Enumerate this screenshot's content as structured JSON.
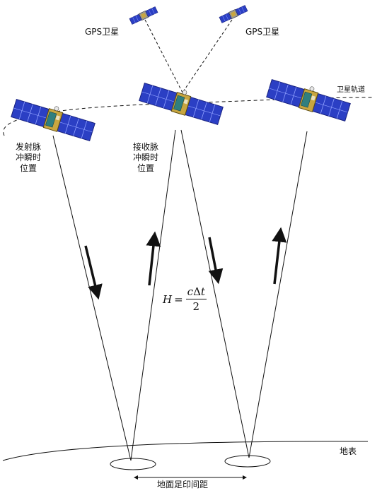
{
  "labels": {
    "gps_satellite_left": "GPS卫星",
    "gps_satellite_right": "GPS卫星",
    "satellite_orbit": "卫星轨道",
    "transmit_position": "发射脉\n冲瞬时\n位置",
    "receive_position": "接收脉\n冲瞬时\n位置",
    "ground_surface": "地表",
    "footprint_spacing": "地面足印间距"
  },
  "formula": {
    "lhs": "H",
    "equals": "=",
    "numerator_c": "c",
    "numerator_delta": "Δ",
    "numerator_t": "t",
    "denominator": "2"
  },
  "colors": {
    "panel_blue": "#2b3fc4",
    "panel_blue_light": "#5c6cf0",
    "body_gold": "#c8a640",
    "body_teal": "#2f7f7f",
    "line": "#111111"
  }
}
